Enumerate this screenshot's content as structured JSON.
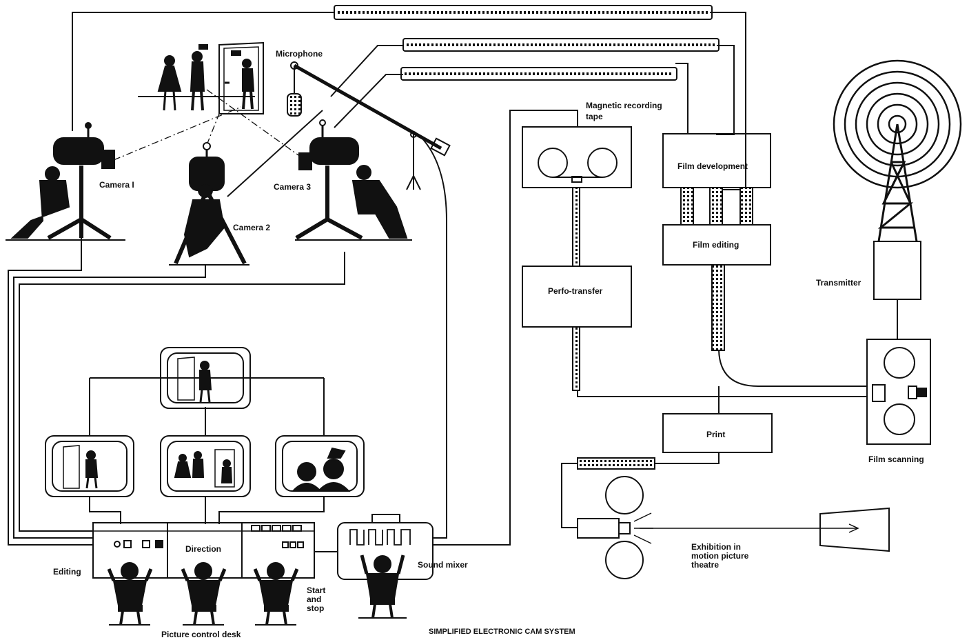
{
  "title": "SIMPLIFIED ELECTRONIC CAM SYSTEM",
  "labels": {
    "microphone": "Microphone",
    "camera1": "Camera I",
    "camera2": "Camera 2",
    "camera3": "Camera 3",
    "mag_tape_1": "Magnetic recording",
    "mag_tape_2": "tape",
    "film_development": "Film development",
    "film_editing": "Film editing",
    "perfo_transfer": "Perfo-transfer",
    "transmitter": "Transmitter",
    "film_scanning": "Film scanning",
    "print": "Print",
    "exhibition_1": "Exhibition in",
    "exhibition_2": "motion picture",
    "exhibition_3": "theatre",
    "direction": "Direction",
    "editing": "Editing",
    "start_1": "Start",
    "start_2": "and",
    "start_3": "stop",
    "sound_mixer": "Sound mixer",
    "picture_control_desk": "Picture control desk"
  },
  "icons": [
    "camera-icon",
    "microphone-icon",
    "tape-reels-icon",
    "film-strip-icon",
    "transmitter-tower-icon",
    "radio-waves-icon",
    "projector-icon",
    "screen-icon",
    "monitor-icon",
    "operator-icon"
  ]
}
